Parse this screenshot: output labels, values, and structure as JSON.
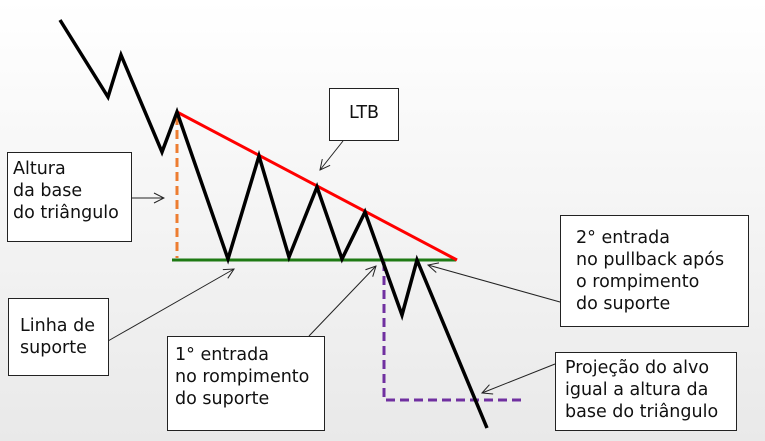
{
  "labels": {
    "altura": [
      "Altura",
      "da base",
      "do triângulo"
    ],
    "ltb": "LTB",
    "linha": [
      "Linha de",
      "suporte"
    ],
    "entrada1": [
      "1° entrada",
      "no rompimento",
      "do suporte"
    ],
    "entrada2": [
      "2° entrada",
      "no pullback após",
      "o rompimento",
      "do suporte"
    ],
    "projecao": [
      "Projeção do alvo",
      "igual a altura da",
      "base do triângulo"
    ]
  },
  "colors": {
    "price": "#000000",
    "resistance": "#ff0000",
    "support": "#1e7a14",
    "height": "#ed7d31",
    "projection": "#7030a0"
  }
}
